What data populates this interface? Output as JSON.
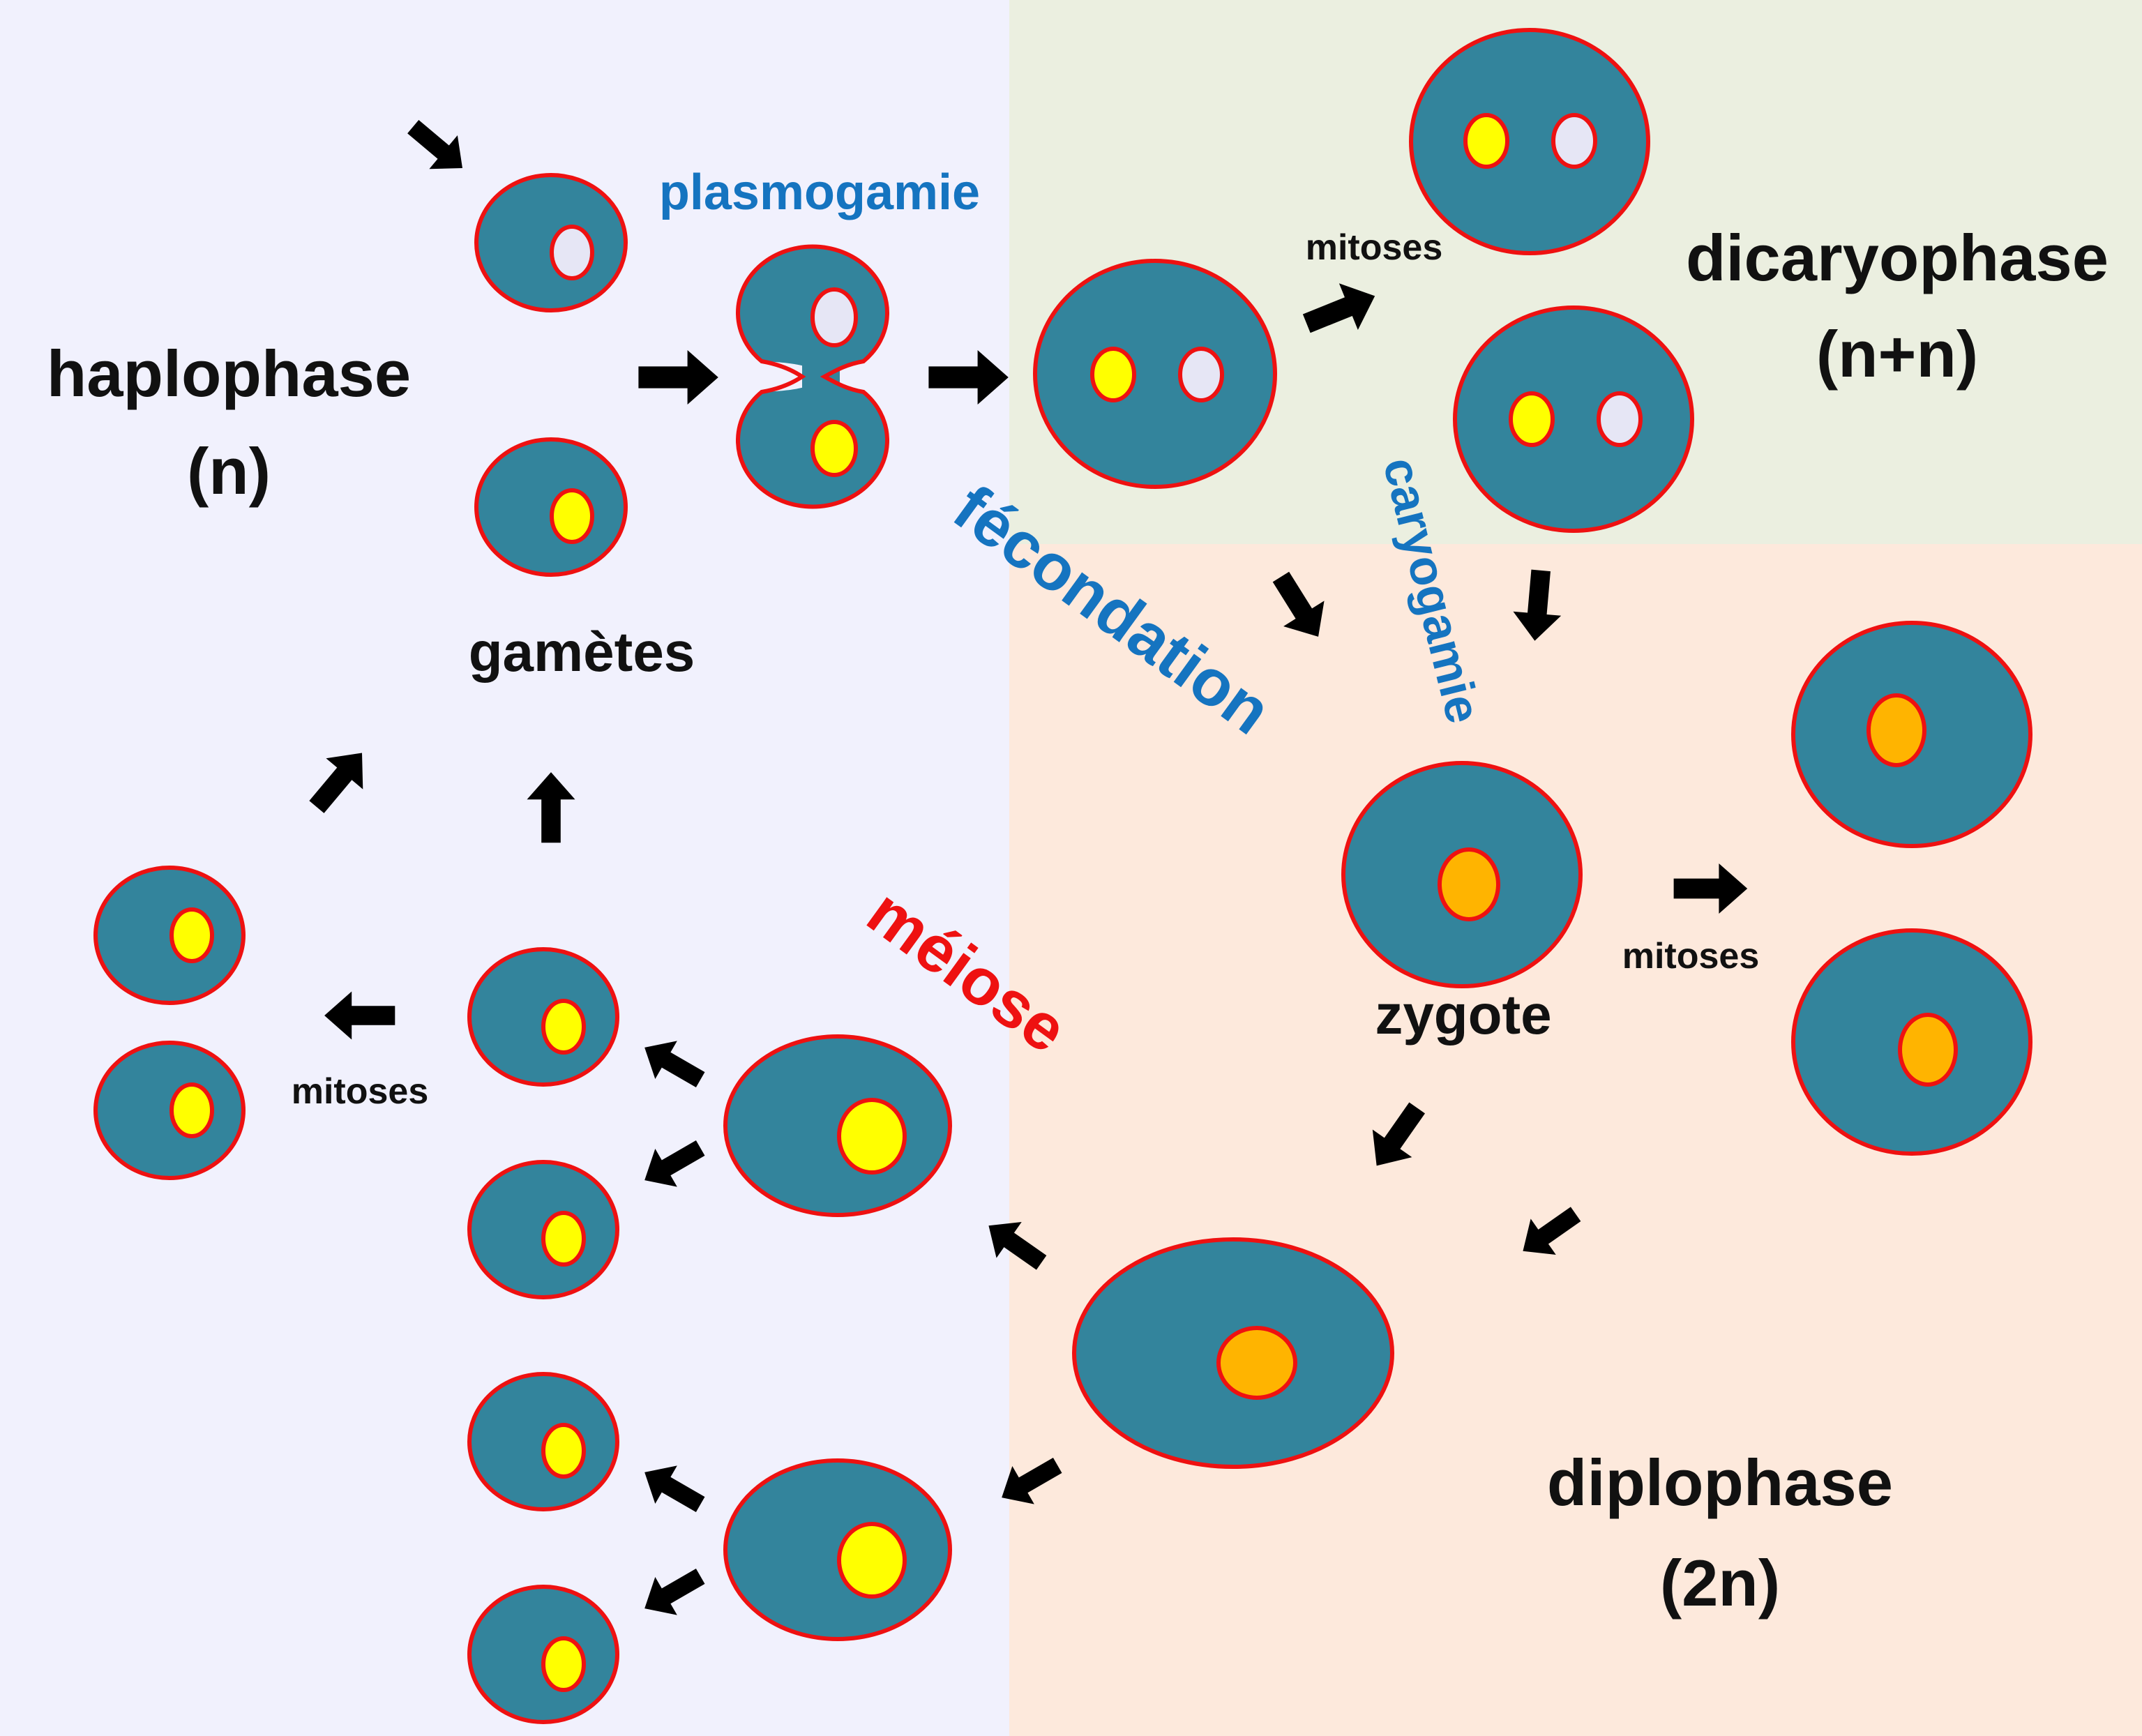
{
  "colors": {
    "haplophase_bg": "#f1f1fd",
    "dicaryophase_bg": "#ebefe0",
    "diplophase_bg": "#fde9dc",
    "cell_fill": "#33849c",
    "cell_border": "#ee1111",
    "nucleus_yellow": "#ffff00",
    "nucleus_white": "#e6e6f5",
    "nucleus_orange": "#ffb400",
    "arrow": "#000000",
    "text_black": "#111111",
    "text_blue": "#1574c0",
    "text_red": "#ee1111"
  },
  "phases": {
    "haplophase": {
      "name": "haplophase",
      "ploidy": "(n)"
    },
    "dicaryophase": {
      "name": "dicaryophase",
      "ploidy": "(n+n)"
    },
    "diplophase": {
      "name": "diplophase",
      "ploidy": "(2n)"
    }
  },
  "labels": {
    "plasmogamie": "plasmogamie",
    "gametes": "gamètes",
    "fecondation": "fécondation",
    "caryogamie": "caryogamie",
    "zygote": "zygote",
    "meiose": "méiose",
    "mitoses": "mitoses"
  }
}
